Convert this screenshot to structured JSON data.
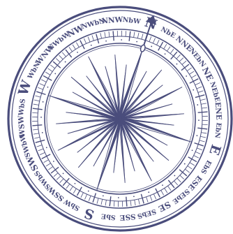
{
  "compass": {
    "colors": {
      "ink": "#4a4d7c",
      "paper": "#ffffff"
    },
    "points": [
      {
        "label": "N",
        "bearing": 0,
        "kind": "cardinal"
      },
      {
        "label": "NbE",
        "bearing": 11.25,
        "kind": "by"
      },
      {
        "label": "NNE",
        "bearing": 22.5,
        "kind": "half"
      },
      {
        "label": "NEbN",
        "bearing": 33.75,
        "kind": "by"
      },
      {
        "label": "NE",
        "bearing": 45,
        "kind": "inter"
      },
      {
        "label": "NEbE",
        "bearing": 56.25,
        "kind": "by"
      },
      {
        "label": "ENE",
        "bearing": 67.5,
        "kind": "half"
      },
      {
        "label": "EbN",
        "bearing": 78.75,
        "kind": "by"
      },
      {
        "label": "E",
        "bearing": 90,
        "kind": "cardinal"
      },
      {
        "label": "EbS",
        "bearing": 101.25,
        "kind": "by"
      },
      {
        "label": "ESE",
        "bearing": 112.5,
        "kind": "half"
      },
      {
        "label": "SEbE",
        "bearing": 123.75,
        "kind": "by"
      },
      {
        "label": "SE",
        "bearing": 135,
        "kind": "inter"
      },
      {
        "label": "SEbS",
        "bearing": 146.25,
        "kind": "by"
      },
      {
        "label": "SSE",
        "bearing": 157.5,
        "kind": "half"
      },
      {
        "label": "SbE",
        "bearing": 168.75,
        "kind": "by"
      },
      {
        "label": "S",
        "bearing": 180,
        "kind": "cardinal"
      },
      {
        "label": "SbW",
        "bearing": 191.25,
        "kind": "by"
      },
      {
        "label": "SSW",
        "bearing": 202.5,
        "kind": "half"
      },
      {
        "label": "SWbS",
        "bearing": 213.75,
        "kind": "by"
      },
      {
        "label": "SW",
        "bearing": 225,
        "kind": "inter"
      },
      {
        "label": "SWbW",
        "bearing": 236.25,
        "kind": "by"
      },
      {
        "label": "WSW",
        "bearing": 247.5,
        "kind": "half"
      },
      {
        "label": "WbS",
        "bearing": 258.75,
        "kind": "by"
      },
      {
        "label": "W",
        "bearing": 270,
        "kind": "cardinal"
      },
      {
        "label": "WbN",
        "bearing": 281.25,
        "kind": "by"
      },
      {
        "label": "WNW",
        "bearing": 292.5,
        "kind": "half"
      },
      {
        "label": "NWbW",
        "bearing": 303.75,
        "kind": "by"
      },
      {
        "label": "NW",
        "bearing": 315,
        "kind": "inter"
      },
      {
        "label": "NWbN",
        "bearing": 326.25,
        "kind": "by"
      },
      {
        "label": "NNW",
        "bearing": 337.5,
        "kind": "half"
      },
      {
        "label": "NbW",
        "bearing": 348.75,
        "kind": "by"
      }
    ]
  }
}
